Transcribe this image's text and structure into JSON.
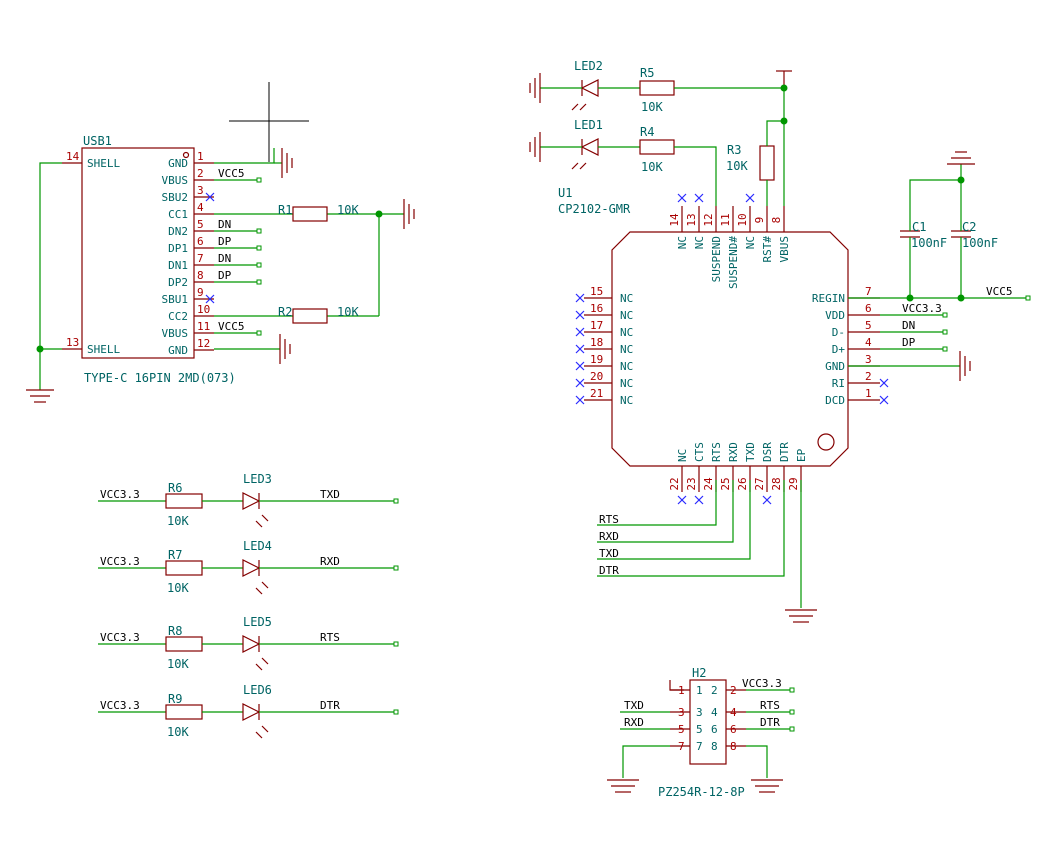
{
  "colors": {
    "wire": "#009600",
    "component": "#840000",
    "pin_number": "#a90000",
    "label": "#006464",
    "no_connect": "#2b2bff",
    "net_text": "#000000",
    "background": "#ffffff"
  },
  "usb1": {
    "ref": "USB1",
    "value": "TYPE-C 16PIN 2MD(073)",
    "pins_right": [
      {
        "num": "1",
        "name": "GND",
        "net": ""
      },
      {
        "num": "2",
        "name": "VBUS",
        "net": "VCC5"
      },
      {
        "num": "3",
        "name": "SBU2",
        "net": ""
      },
      {
        "num": "4",
        "name": "CC1",
        "net": ""
      },
      {
        "num": "5",
        "name": "DN2",
        "net": "DN"
      },
      {
        "num": "6",
        "name": "DP1",
        "net": "DP"
      },
      {
        "num": "6",
        "name": "DP1",
        "net": ""
      },
      {
        "num": "7",
        "name": "DN1",
        "net": "DN"
      },
      {
        "num": "8",
        "name": "DP2",
        "net": "DP"
      },
      {
        "num": "9",
        "name": "SBU1",
        "net": ""
      },
      {
        "num": "10",
        "name": "CC2",
        "net": ""
      },
      {
        "num": "11",
        "name": "VBUS",
        "net": "VCC5"
      },
      {
        "num": "12",
        "name": "GND",
        "net": ""
      }
    ],
    "pins_left": [
      {
        "num": "14",
        "name": "SHELL"
      },
      {
        "num": "13",
        "name": "SHELL"
      }
    ]
  },
  "usb1_pins_fixed": [
    {
      "num": "1",
      "name": "GND",
      "net": ""
    },
    {
      "num": "2",
      "name": "VBUS",
      "net": "VCC5"
    },
    {
      "num": "3",
      "name": "SBU2",
      "net": ""
    },
    {
      "num": "4",
      "name": "CC1",
      "net": ""
    },
    {
      "num": "5",
      "name": "DN2",
      "net": "DN"
    },
    {
      "num": "6",
      "name": "DP1",
      "net": "DP"
    },
    {
      "num": "7",
      "name": "DN1",
      "net": "DN"
    },
    {
      "num": "8",
      "name": "DP2",
      "net": "DP"
    },
    {
      "num": "9",
      "name": "SBU1",
      "net": ""
    },
    {
      "num": "10",
      "name": "CC2",
      "net": ""
    },
    {
      "num": "11",
      "name": "VBUS",
      "net": "VCC5"
    },
    {
      "num": "12",
      "name": "GND",
      "net": ""
    }
  ],
  "r1": {
    "ref": "R1",
    "value": "10K"
  },
  "r2": {
    "ref": "R2",
    "value": "10K"
  },
  "led2": {
    "ref": "LED2"
  },
  "r5": {
    "ref": "R5",
    "value": "10K"
  },
  "led1": {
    "ref": "LED1"
  },
  "r4": {
    "ref": "R4",
    "value": "10K"
  },
  "r3": {
    "ref": "R3",
    "value": "10K"
  },
  "c1": {
    "ref": "C1",
    "value": "100nF"
  },
  "c2": {
    "ref": "C2",
    "value": "100nF"
  },
  "u1": {
    "ref": "U1",
    "value": "CP2102-GMR",
    "top_pins": [
      {
        "num": "14",
        "name": "NC"
      },
      {
        "num": "13",
        "name": "NC"
      },
      {
        "num": "12",
        "name": "SUSPEND"
      },
      {
        "num": "11",
        "name": "SUSPEND#"
      },
      {
        "num": "10",
        "name": "NC"
      },
      {
        "num": "9",
        "name": "RST#"
      },
      {
        "num": "8",
        "name": "VBUS"
      }
    ],
    "left_pins": [
      {
        "num": "15",
        "name": "NC"
      },
      {
        "num": "16",
        "name": "NC"
      },
      {
        "num": "17",
        "name": "NC"
      },
      {
        "num": "18",
        "name": "NC"
      },
      {
        "num": "19",
        "name": "NC"
      },
      {
        "num": "20",
        "name": "NC"
      },
      {
        "num": "21",
        "name": "NC"
      }
    ],
    "right_pins": [
      {
        "num": "7",
        "name": "REGIN",
        "net": "VCC5"
      },
      {
        "num": "6",
        "name": "VDD",
        "net": "VCC3.3"
      },
      {
        "num": "5",
        "name": "D-",
        "net": "DN"
      },
      {
        "num": "4",
        "name": "D+",
        "net": "DP"
      },
      {
        "num": "3",
        "name": "GND",
        "net": ""
      },
      {
        "num": "2",
        "name": "RI",
        "net": ""
      },
      {
        "num": "1",
        "name": "DCD",
        "net": ""
      }
    ],
    "bottom_pins": [
      {
        "num": "22",
        "name": "NC"
      },
      {
        "num": "23",
        "name": "CTS"
      },
      {
        "num": "24",
        "name": "RTS"
      },
      {
        "num": "25",
        "name": "RXD"
      },
      {
        "num": "26",
        "name": "TXD"
      },
      {
        "num": "27",
        "name": "DSR"
      },
      {
        "num": "28",
        "name": "DTR"
      },
      {
        "num": "29",
        "name": "EP"
      }
    ],
    "bottom_nets": [
      "RTS",
      "RXD",
      "TXD",
      "DTR"
    ]
  },
  "led_rows": [
    {
      "power": "VCC3.3",
      "r_ref": "R6",
      "r_val": "10K",
      "led_ref": "LED3",
      "net": "TXD"
    },
    {
      "power": "VCC3.3",
      "r_ref": "R7",
      "r_val": "10K",
      "led_ref": "LED4",
      "net": "RXD"
    },
    {
      "power": "VCC3.3",
      "r_ref": "R8",
      "r_val": "10K",
      "led_ref": "LED5",
      "net": "RTS"
    },
    {
      "power": "VCC3.3",
      "r_ref": "R9",
      "r_val": "10K",
      "led_ref": "LED6",
      "net": "DTR"
    }
  ],
  "h2": {
    "ref": "H2",
    "value": "PZ254R-12-8P",
    "rows": [
      {
        "lnum": "1",
        "lin": "1",
        "rin": "2",
        "rnum": "2",
        "lnet": "",
        "rnet": "VCC3.3"
      },
      {
        "lnum": "3",
        "lin": "3",
        "rin": "4",
        "rnum": "4",
        "lnet": "TXD",
        "rnet": "RTS"
      },
      {
        "lnum": "5",
        "lin": "5",
        "rin": "6",
        "rnum": "6",
        "lnet": "RXD",
        "rnet": "DTR"
      },
      {
        "lnum": "7",
        "lin": "7",
        "rin": "8",
        "rnum": "8",
        "lnet": "",
        "rnet": ""
      }
    ]
  }
}
